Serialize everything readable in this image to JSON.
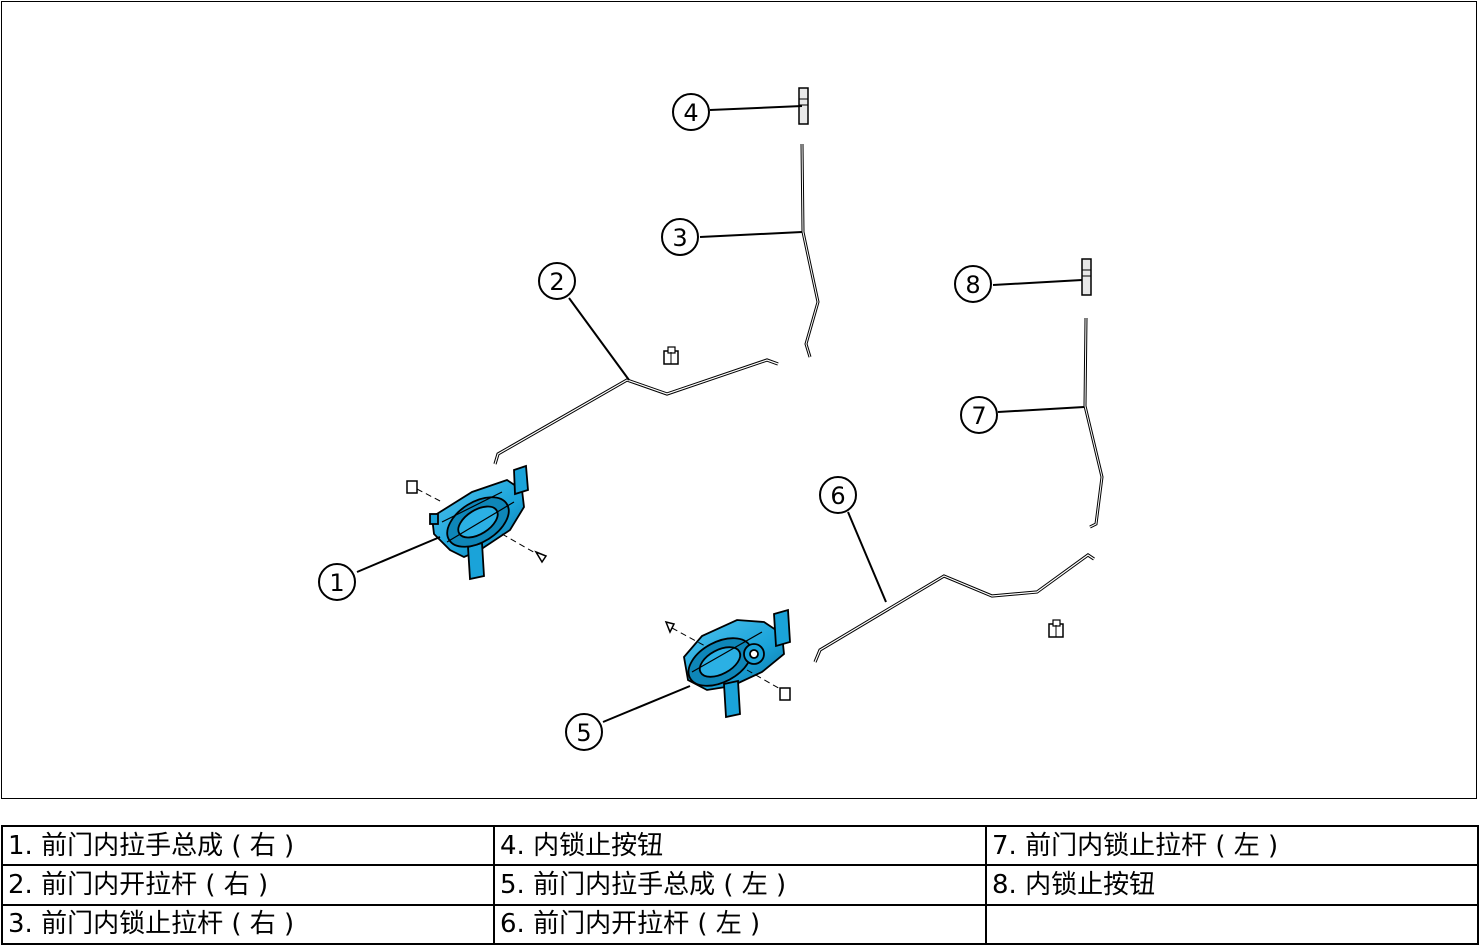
{
  "diagram": {
    "callouts": [
      "1",
      "2",
      "3",
      "4",
      "5",
      "6",
      "7",
      "8"
    ],
    "part_color": "#1aa3d9",
    "line_color": "#000000"
  },
  "legend": {
    "rows": [
      [
        "1. 前门内拉手总成 ( 右 )",
        "4. 内锁止按钮",
        "7. 前门内锁止拉杆 ( 左 )"
      ],
      [
        "2. 前门内开拉杆 ( 右 )",
        "5. 前门内拉手总成 ( 左 )",
        "8. 内锁止按钮"
      ],
      [
        "3. 前门内锁止拉杆 ( 右 )",
        "6. 前门内开拉杆 ( 左 )",
        ""
      ]
    ]
  }
}
